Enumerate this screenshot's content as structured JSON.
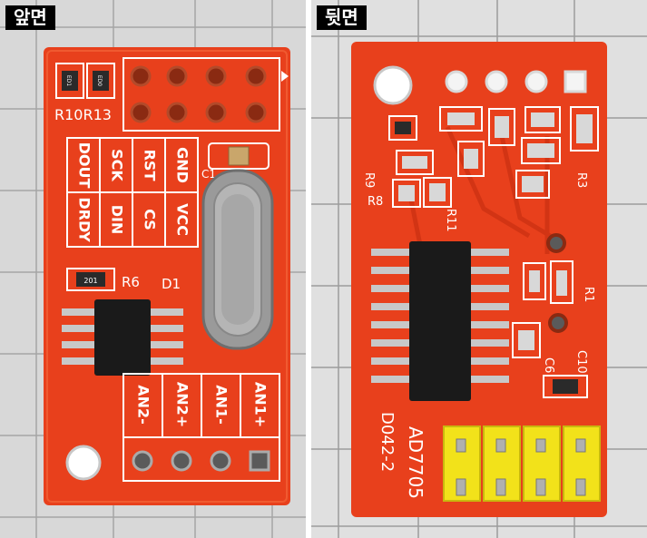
{
  "photos": {
    "front": {
      "label": "앞면",
      "silkscreen": {
        "resistors": "R10R13",
        "pin_row1": [
          "DOUT",
          "SCK",
          "RST",
          "GND"
        ],
        "pin_row2": [
          "DRDY",
          "DIN",
          "CS",
          "VCC"
        ],
        "r6": "R6",
        "d1": "D1",
        "c1": "C1",
        "r6_code": "201",
        "res_codes": [
          "ED1",
          "ED0"
        ],
        "analog_inputs": [
          "AN2-",
          "AN2+",
          "AN1-",
          "AN1+"
        ]
      }
    },
    "back": {
      "label": "뒷면",
      "silkscreen": {
        "r9": "R9",
        "r8": "R8",
        "r3": "R3",
        "r1": "R1",
        "r11": "R11",
        "c6": "C6",
        "c10": "C10",
        "chip": "AD7705",
        "board_id": "D042-2"
      }
    }
  },
  "colors": {
    "pcb": "#e8401c",
    "pcb_dark": "#c93012",
    "silk": "#ffffff",
    "chip": "#1a1a1a",
    "pad": "#c0c0c0",
    "header": "#f2e21a",
    "grid_line": "#9a9a9a"
  }
}
